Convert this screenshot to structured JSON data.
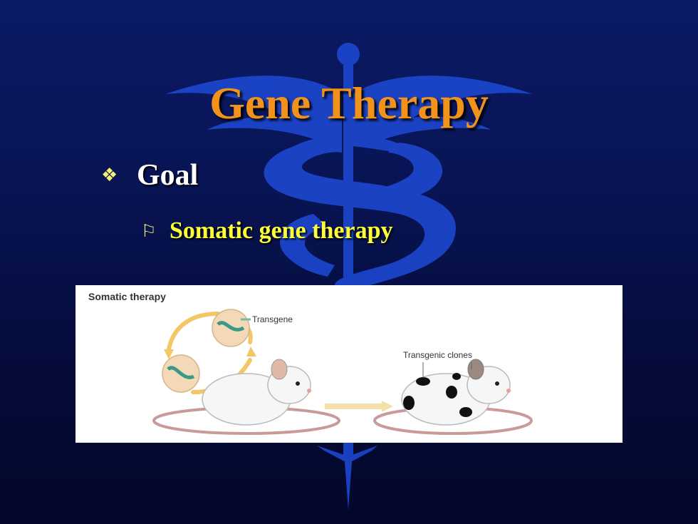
{
  "slide": {
    "title": "Gene Therapy",
    "bullets": [
      {
        "glyph": "❖",
        "text": "Goal"
      },
      {
        "glyph": "⚐",
        "text": "Somatic gene therapy"
      }
    ]
  },
  "figure": {
    "title": "Somatic therapy",
    "labels": {
      "transgene": "Transgene",
      "clones": "Transgenic clones"
    }
  },
  "colors": {
    "background": "#081454",
    "title": "#f0921c",
    "level1_text": "#ffffff",
    "level2_text": "#ffff3a",
    "caduceus": "#1f4fd8"
  }
}
